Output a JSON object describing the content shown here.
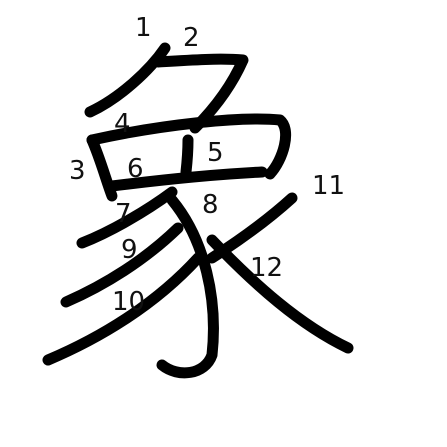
{
  "colors": {
    "stroke": "#000000",
    "label": "#111111",
    "background": "#ffffff"
  },
  "stroke_numbers": [
    "1",
    "2",
    "3",
    "4",
    "5",
    "6",
    "7",
    "8",
    "9",
    "10",
    "11",
    "12"
  ]
}
